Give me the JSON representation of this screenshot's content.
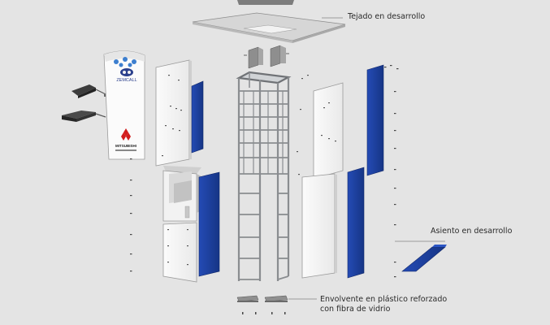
{
  "callouts": {
    "roof": "Tejado en desarrollo",
    "seat": "Asiento en desarrollo",
    "envelope_line1": "Envolvente en plástico reforzado",
    "envelope_line2": "con fibra de vidrio"
  },
  "panel_branding": {
    "brand": "ZEMCALL",
    "sponsor": "MITSUBISHI"
  },
  "colors": {
    "background": "#e4e4e4",
    "panel_white": "#f7f7f7",
    "panel_blue": "#1c3f9e",
    "frame_steel": "#8a8d90",
    "roof_panel": "#d2d2d2"
  }
}
